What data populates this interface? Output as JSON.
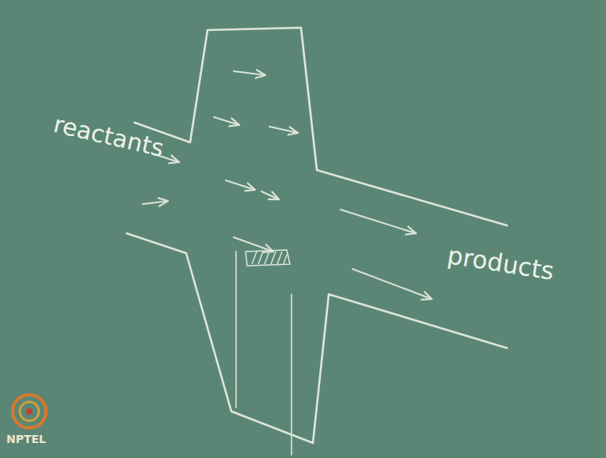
{
  "diagram": {
    "labels": [
      "reactants",
      "products",
      "NPTEL"
    ]
  }
}
